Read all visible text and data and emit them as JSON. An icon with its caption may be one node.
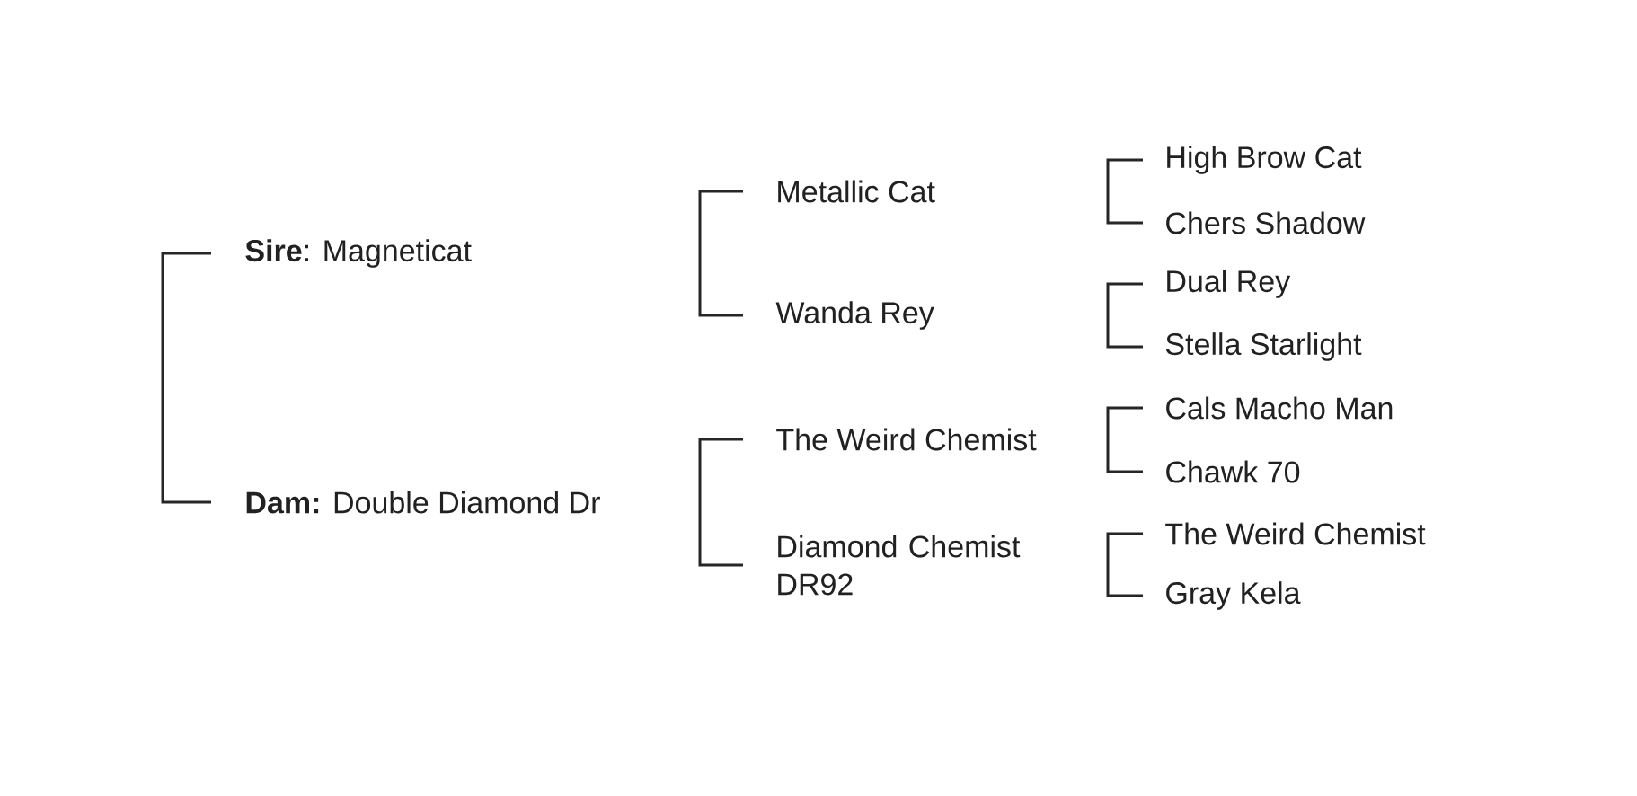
{
  "diagram": {
    "nodes": [
      {
        "text": [
          "**Sire**: Magneticat"
        ]
      },
      {
        "text": [
          "**Dam:** Double Diamond Dr"
        ]
      },
      {
        "text": [
          "Metallic Cat"
        ]
      },
      {
        "text": [
          "Wanda Rey"
        ]
      },
      {
        "text": [
          "The Weird Chemist"
        ]
      },
      {
        "text": [
          "Diamond Chemist DR92"
        ]
      },
      {
        "text": [
          "High Brow Cat"
        ]
      },
      {
        "text": [
          "Chers Shadow"
        ]
      },
      {
        "text": [
          "Dual Rey"
        ]
      },
      {
        "text": [
          "Stella Starlight"
        ]
      },
      {
        "text": [
          "Cals Macho Man"
        ]
      },
      {
        "text": [
          "Chawk 70"
        ]
      },
      {
        "text": [
          "The Weird Chemist"
        ]
      },
      {
        "text": [
          "Gray Kela"
        ]
      }
    ],
    "edges": [
      {
        "from": 0,
        "to": 1,
        "arrow": "none"
      },
      {
        "from": 2,
        "to": 3,
        "arrow": "none"
      },
      {
        "from": 4,
        "to": 5,
        "arrow": "none"
      },
      {
        "from": 6,
        "to": 7,
        "arrow": "none"
      },
      {
        "from": 8,
        "to": 9,
        "arrow": "none"
      },
      {
        "from": 10,
        "to": 11,
        "arrow": "none"
      },
      {
        "from": 12,
        "to": 13,
        "arrow": "none"
      }
    ]
  }
}
